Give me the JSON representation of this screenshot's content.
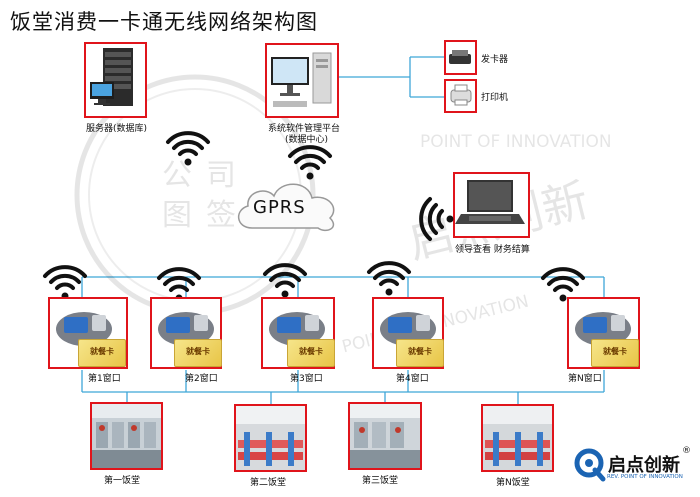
{
  "title": "饭堂消费一卡通无线网络架构图",
  "nodes": {
    "server": "服务器(数据库)",
    "system_line1": "系统软件管理平台",
    "system_line2": "(数据中心)",
    "card_issuer": "发卡器",
    "printer": "打印机",
    "gprs": "GPRS",
    "leader": "领导查看  财务结算"
  },
  "terminals": [
    {
      "window": "第1窗口",
      "card_text": "就餐卡"
    },
    {
      "window": "第2窗口",
      "card_text": "就餐卡"
    },
    {
      "window": "第3窗口",
      "card_text": "就餐卡"
    },
    {
      "window": "第4窗口",
      "card_text": "就餐卡"
    },
    {
      "window": "第N窗口",
      "card_text": "就餐卡"
    }
  ],
  "canteens": [
    "第一饭堂",
    "第二饭堂",
    "第三饭堂",
    "第N饭堂"
  ],
  "logo": {
    "name": "启点创新",
    "tagline": "REV. POINT OF INNOVATION",
    "reg": "®"
  },
  "watermark": {
    "company_chars": [
      "公",
      "司",
      "图",
      "签"
    ],
    "brand": "启点创新",
    "tagline": "POINT OF INNOVATION"
  },
  "colors": {
    "box_border": "#e0141b",
    "connector": "#3ea6d8",
    "logo_blue": "#1b64b3"
  }
}
